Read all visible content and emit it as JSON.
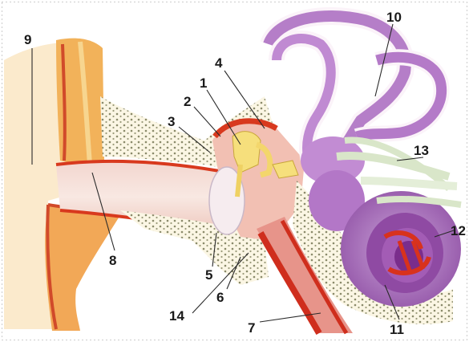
{
  "diagram": {
    "labels": [
      {
        "id": "label-1",
        "text": "1"
      },
      {
        "id": "label-2",
        "text": "2"
      },
      {
        "id": "label-3",
        "text": "3"
      },
      {
        "id": "label-4",
        "text": "4"
      },
      {
        "id": "label-5",
        "text": "5"
      },
      {
        "id": "label-6",
        "text": "6"
      },
      {
        "id": "label-7",
        "text": "7"
      },
      {
        "id": "label-8",
        "text": "8"
      },
      {
        "id": "label-9",
        "text": "9"
      },
      {
        "id": "label-10",
        "text": "10"
      },
      {
        "id": "label-11",
        "text": "11"
      },
      {
        "id": "label-12",
        "text": "12"
      },
      {
        "id": "label-13",
        "text": "13"
      },
      {
        "id": "label-14",
        "text": "14"
      }
    ]
  }
}
